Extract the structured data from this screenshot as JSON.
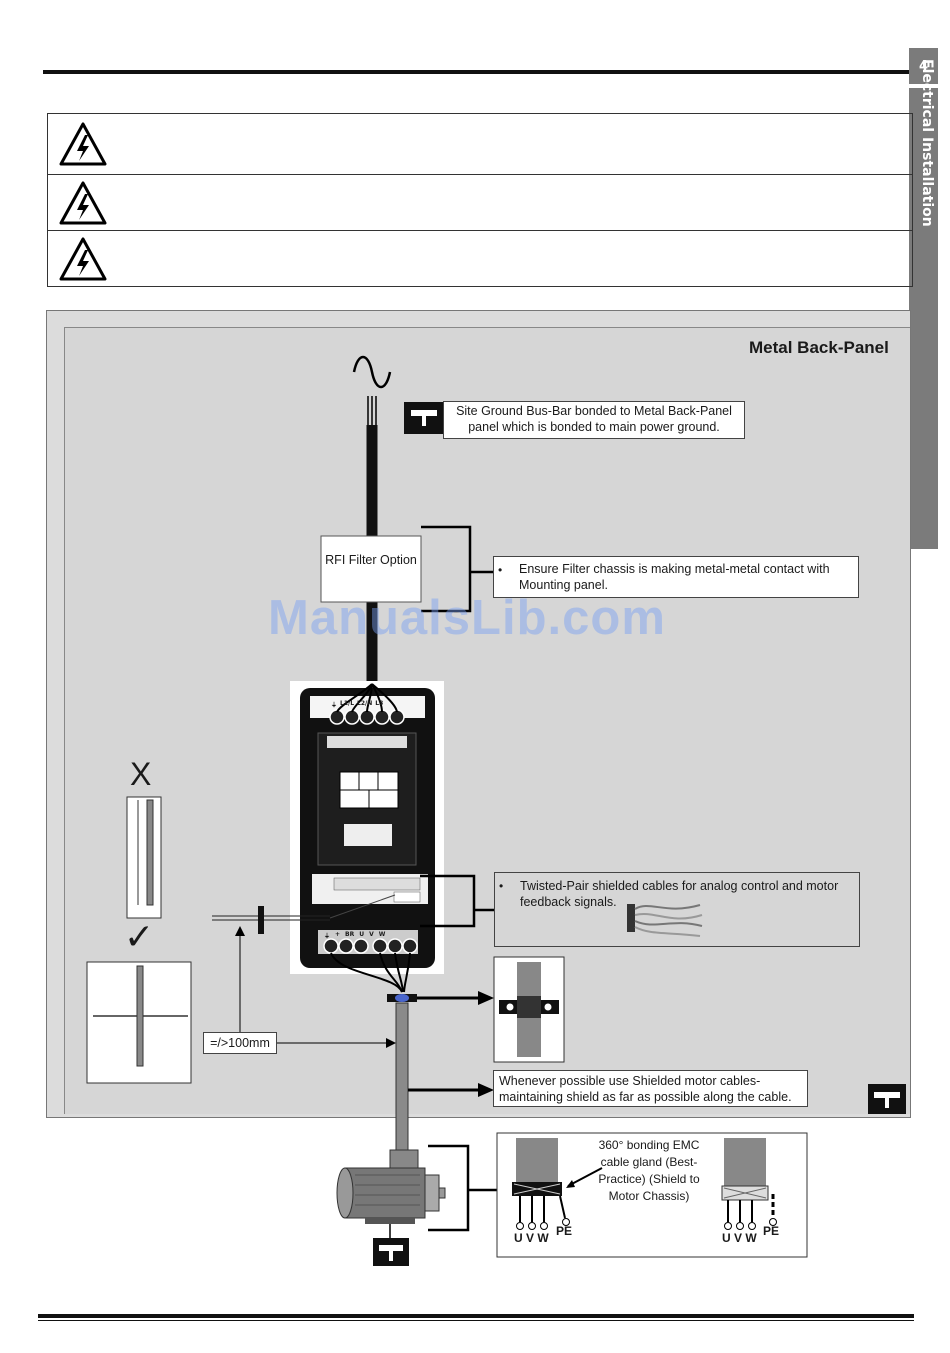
{
  "chapter": {
    "number": "4",
    "title": "Electrical Installation"
  },
  "panel": {
    "title": "Metal Back-Panel"
  },
  "callouts": {
    "ground_busbar": "Site Ground Bus-Bar bonded to Metal Back-Panel panel which is bonded to main power ground.",
    "rfi_filter": "RFI Filter Option",
    "filter_contact": "Ensure Filter chassis is making metal-metal contact with Mounting panel.",
    "twisted_pair": "Twisted-Pair shielded cables for analog control and motor feedback signals.",
    "distance": "=/>100mm",
    "shielded_motor": "Whenever possible use Shielded motor cables- maintaining shield as far as possible along the cable.",
    "bonding": "360° bonding EMC cable gland (Best-Practice) (Shield to Motor Chassis)"
  },
  "marks": {
    "wrong": "X",
    "right": "✓"
  },
  "motor_terminals": {
    "left": "U V W",
    "pe": "PE"
  },
  "drive_terminals": {
    "top": [
      "⏚",
      "L1/L",
      "L2/N",
      "L3"
    ],
    "bottom": [
      "⏚",
      "+",
      "BR",
      "U",
      "V",
      "W"
    ]
  },
  "watermark": "ManualsLib.com",
  "icons": {
    "warning": "high-voltage-warning-icon",
    "ground": "ground-busbar-icon",
    "sine": "ac-supply-icon"
  },
  "colors": {
    "tab": "#7b7b7b",
    "panel": "#d6d6d6",
    "cable": "#111111"
  }
}
